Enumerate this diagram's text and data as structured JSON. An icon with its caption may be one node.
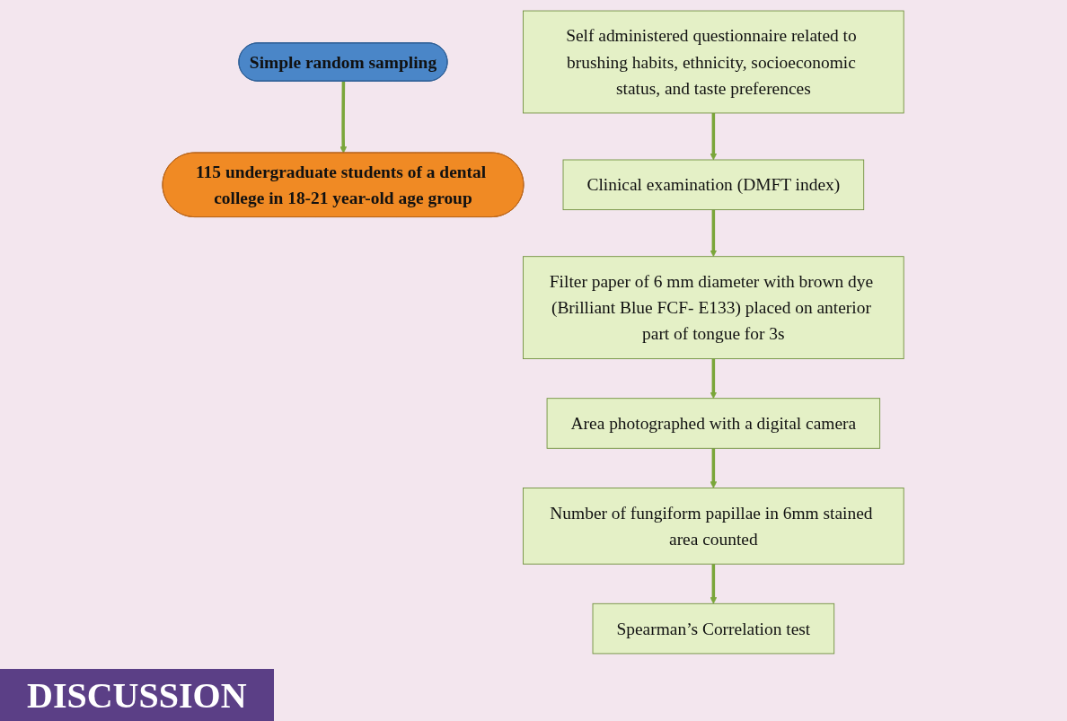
{
  "diagram": {
    "nodes": [
      {
        "text": [
          "Simple random sampling"
        ]
      },
      {
        "text": [
          "115 undergraduate students of a dental college in 18-21 year-old age group"
        ]
      },
      {
        "text": [
          "Self administered questionnaire related to brushing habits, ethnicity, socioeconomic status, and taste preferences"
        ]
      },
      {
        "text": [
          "Clinical examination (DMFT index)"
        ]
      },
      {
        "text": [
          "Filter paper of 6 mm diameter with brown dye (Brilliant Blue FCF- E133) placed on anterior part of tongue for 3s"
        ]
      },
      {
        "text": [
          "Area photographed with a digital camera"
        ]
      },
      {
        "text": [
          "Number of fungiform papillae in 6mm stained area counted"
        ]
      },
      {
        "text": [
          "Spearman’s Correlation test"
        ]
      }
    ],
    "edges": [
      {
        "from": 0,
        "to": 1,
        "arrow": "to"
      },
      {
        "from": 2,
        "to": 3,
        "arrow": "to"
      },
      {
        "from": 3,
        "to": 4,
        "arrow": "to"
      },
      {
        "from": 4,
        "to": 5,
        "arrow": "to"
      },
      {
        "from": 5,
        "to": 6,
        "arrow": "to"
      },
      {
        "from": 6,
        "to": 7,
        "arrow": "to"
      }
    ],
    "labels": [
      "DISCUSSION"
    ]
  }
}
